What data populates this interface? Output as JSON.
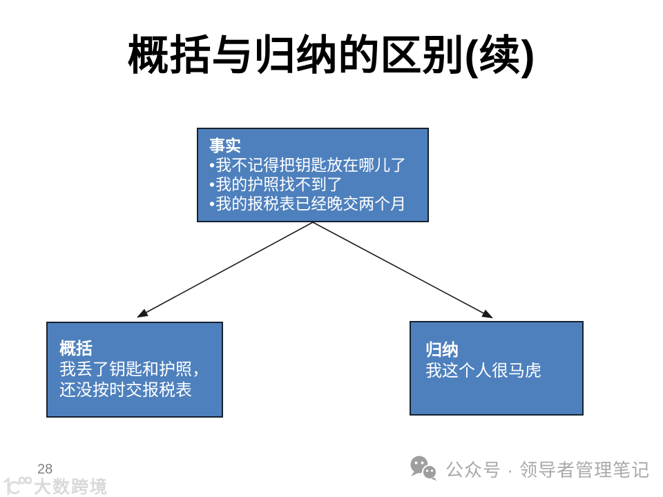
{
  "slide": {
    "title": "概括与归纳的区别(续)",
    "page_number": "28"
  },
  "diagram": {
    "facts_box": {
      "header": "事实",
      "bullet_char": "•",
      "bullets": [
        "我不记得把钥匙放在哪儿了",
        "我的护照找不到了",
        "我的报税表已经晚交两个月"
      ]
    },
    "summary_box": {
      "header": "概括",
      "lines": [
        "我丢了钥匙和护照，",
        "还没按时交报税表"
      ]
    },
    "induction_box": {
      "header": "归纳",
      "lines": [
        "我这个人很马虎"
      ]
    },
    "colors": {
      "box_fill": "#4E80BD",
      "box_border": "#16202E",
      "box_text": "#FFFFFF",
      "arrow": "#1A1A1A",
      "title_text": "#000000"
    }
  },
  "footer": {
    "watermark_text": "大数跨境",
    "watermark_color": "#D9D9D9",
    "wechat_label": "公众号 · 领导者管理笔记",
    "wechat_color": "#A9A9A9"
  }
}
